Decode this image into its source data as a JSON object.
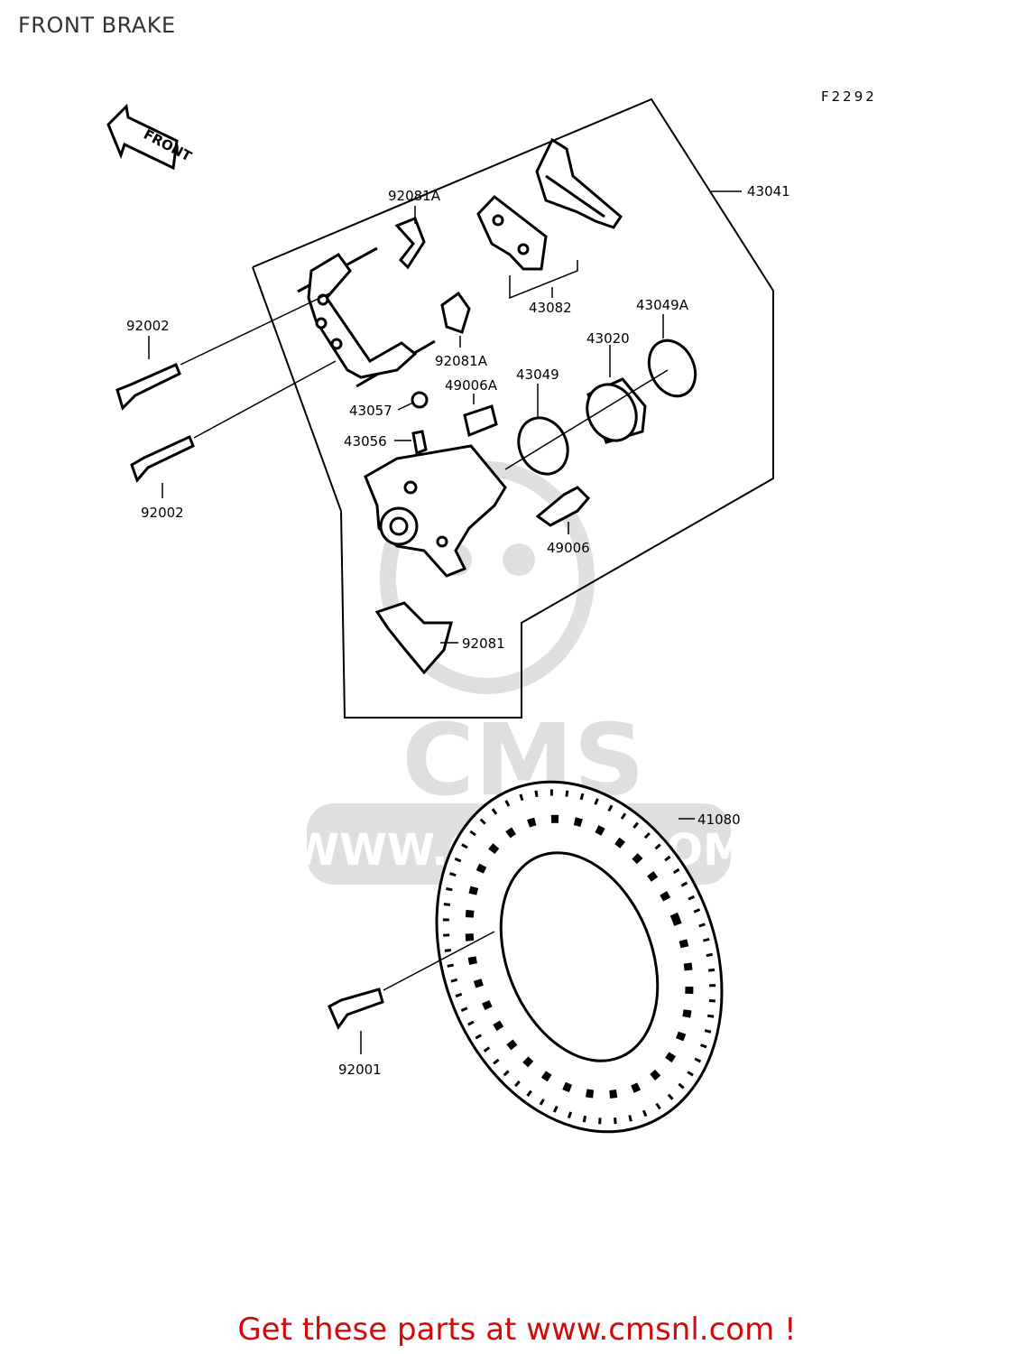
{
  "page": {
    "title": "FRONT BRAKE"
  },
  "diagram": {
    "code": "F2292",
    "front_arrow": "FRONT",
    "parts": {
      "p43041": "43041",
      "p92081A_top": "92081A",
      "p43082": "43082",
      "p92002_top": "92002",
      "p43049A": "43049A",
      "p43020": "43020",
      "p92081A_mid": "92081A",
      "p43049": "43049",
      "p49006A": "49006A",
      "p43057": "43057",
      "p43056": "43056",
      "p92002_bot": "92002",
      "p49006": "49006",
      "p92081": "92081",
      "p41080": "41080",
      "p92001": "92001"
    },
    "watermark": {
      "logo": "CMS",
      "url": "WWW.CMSNL.COM"
    }
  },
  "footer": {
    "link_text": "Get these parts at www.cmsnl.com !"
  }
}
